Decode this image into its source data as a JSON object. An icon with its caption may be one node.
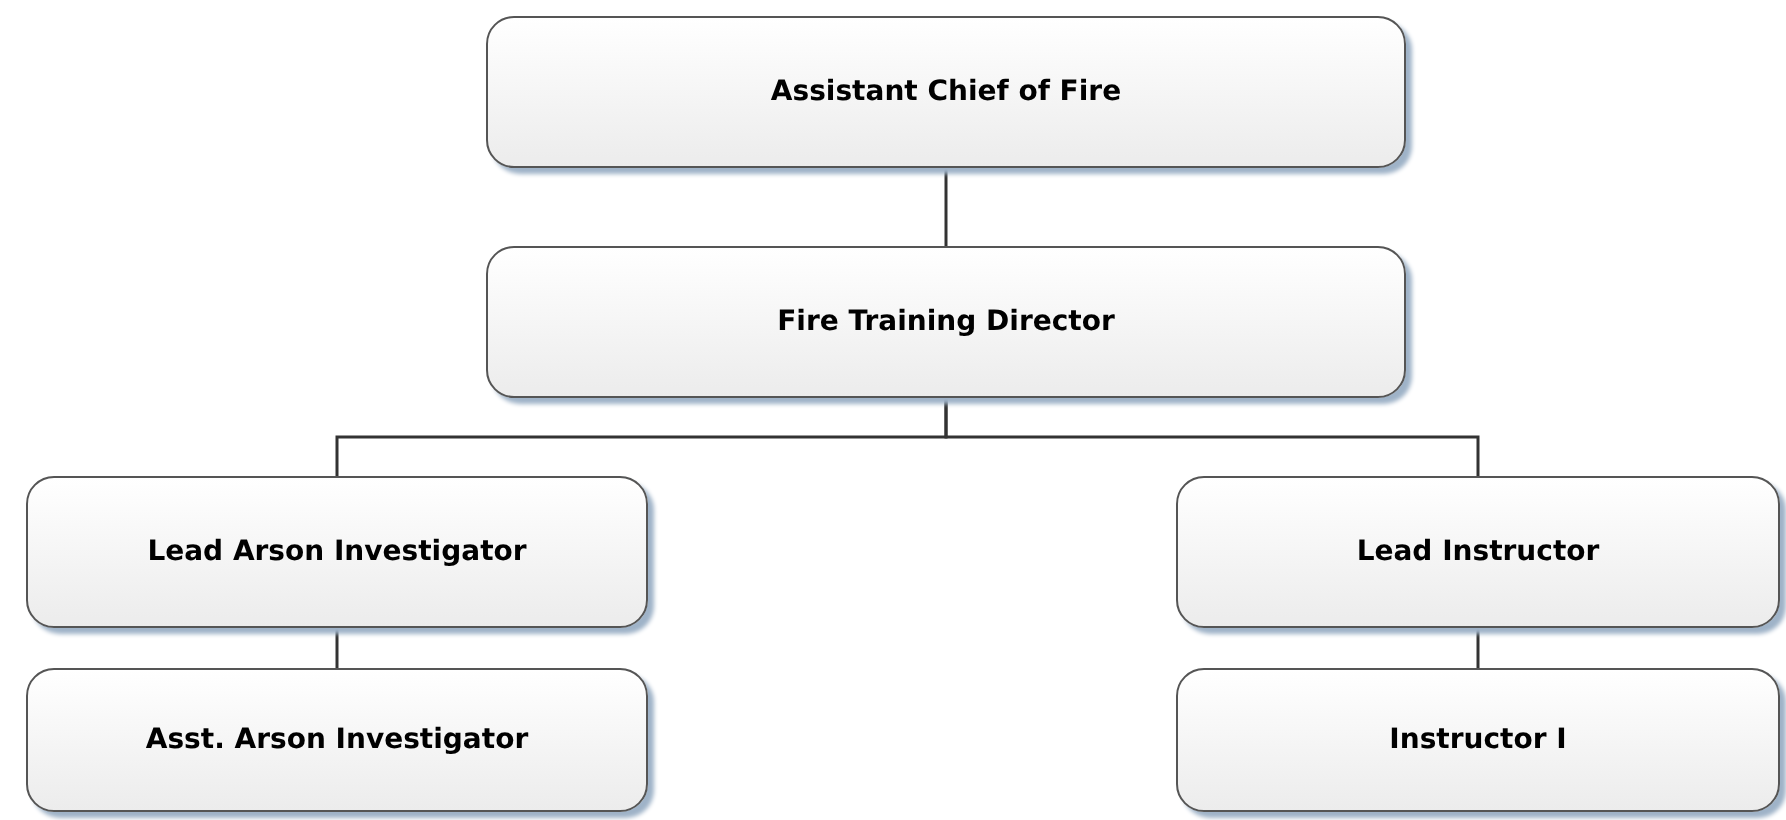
{
  "diagram": {
    "nodes": [
      {
        "text": [
          "Assistant Chief of Fire"
        ]
      },
      {
        "text": [
          "Fire Training Director"
        ]
      },
      {
        "text": [
          "Lead Arson Investigator"
        ]
      },
      {
        "text": [
          "Lead Instructor"
        ]
      },
      {
        "text": [
          "Asst. Arson Investigator"
        ]
      },
      {
        "text": [
          "Instructor I"
        ]
      }
    ],
    "edges": [
      {
        "from": 0,
        "to": 1,
        "arrow": "none"
      },
      {
        "from": 1,
        "to": 2,
        "arrow": "none"
      },
      {
        "from": 1,
        "to": 3,
        "arrow": "none"
      },
      {
        "from": 2,
        "to": 4,
        "arrow": "none"
      },
      {
        "from": 3,
        "to": 5,
        "arrow": "none"
      }
    ]
  }
}
